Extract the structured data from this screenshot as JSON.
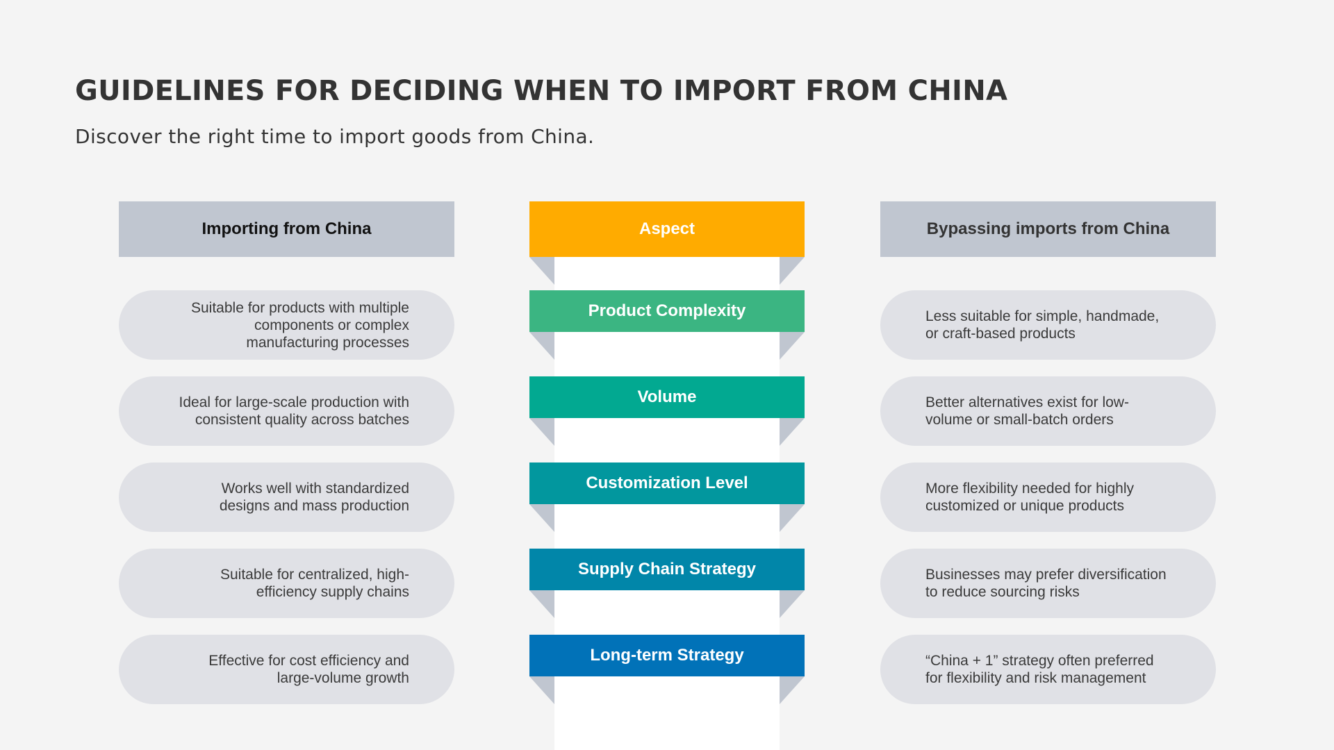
{
  "header": {
    "title": "GUIDELINES FOR DECIDING WHEN TO IMPORT FROM CHINA",
    "subtitle": "Discover the right time to import goods from China."
  },
  "columns": {
    "left_header": "Importing from China",
    "center_header": "Aspect",
    "right_header": "Bypassing imports from China"
  },
  "colors": {
    "background": "#f4f4f4",
    "header_gray": "#c0c6d0",
    "pill_gray": "#e0e1e6",
    "aspect_header": "#ffab00",
    "fold_gray": "#c0c6d0"
  },
  "rows": [
    {
      "aspect": "Product Complexity",
      "color": "#3bb582",
      "importing": "Suitable for products with multiple\ncomponents or complex\nmanufacturing processes",
      "bypassing": "Less suitable for simple, handmade,\nor craft-based products"
    },
    {
      "aspect": "Volume",
      "color": "#02a991",
      "importing": "Ideal for large-scale production with\nconsistent quality across batches",
      "bypassing": "Better alternatives exist for low-\nvolume or small-batch orders"
    },
    {
      "aspect": "Customization Level",
      "color": "#02979e",
      "importing": "Works well with standardized\ndesigns and mass production",
      "bypassing": "More flexibility needed for highly\ncustomized or unique products"
    },
    {
      "aspect": "Supply Chain Strategy",
      "color": "#0186a9",
      "importing": "Suitable for centralized, high-\nefficiency supply chains",
      "bypassing": "Businesses may prefer diversification\nto reduce sourcing risks"
    },
    {
      "aspect": "Long-term Strategy",
      "color": "#0172b8",
      "importing": "Effective for cost efficiency and\nlarge-volume growth",
      "bypassing": "“China + 1” strategy often preferred\nfor flexibility and risk management"
    }
  ]
}
